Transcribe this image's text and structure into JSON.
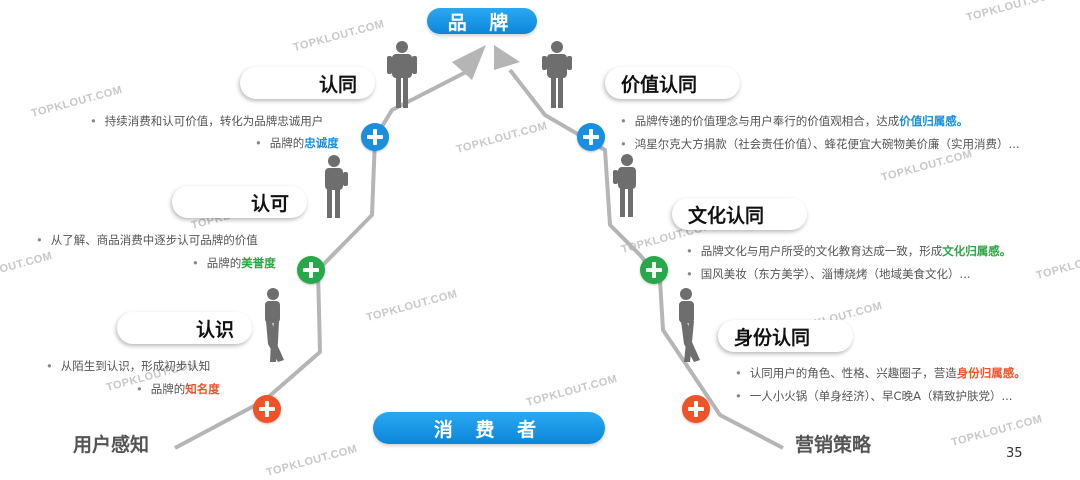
{
  "top_label": "品 牌",
  "bottom_label": "消 费 者",
  "watermark": "TOPKLOUT.COM",
  "left": {
    "end_label": "用户感知",
    "stages": [
      {
        "title": "认同",
        "line1": "持续消费和认可价值，转化为品牌忠诚用户",
        "line2_prefix": "品牌的",
        "line2_highlight": "忠诚度"
      },
      {
        "title": "认可",
        "line1": "从了解、商品消费中逐步认可品牌的价值",
        "line2_prefix": "品牌的",
        "line2_highlight": "美誉度"
      },
      {
        "title": "认识",
        "line1": "从陌生到认识，形成初步认知",
        "line2_prefix": "品牌的",
        "line2_highlight": "知名度"
      }
    ]
  },
  "right": {
    "end_label": "营销策略",
    "stages": [
      {
        "title": "价值认同",
        "line1_prefix": "品牌传递的价值理念与用户奉行的价值观相合，达成",
        "line1_highlight": "价值归属感。",
        "line2": "鸿星尔克大方捐款（社会责任价值）、蜂花便宜大碗物美价廉（实用消费）..."
      },
      {
        "title": "文化认同",
        "line1_prefix": "品牌文化与用户所受的文化教育达成一致，形成",
        "line1_highlight": "文化归属感。",
        "line2": "国风美妆（东方美学）、淄博烧烤（地域美食文化）..."
      },
      {
        "title": "身份认同",
        "line1_prefix": "认同用户的角色、性格、兴趣圈子，营造",
        "line1_highlight": "身份归属感。",
        "line2": "一人小火锅（单身经济）、早C晚A（精致护肤党）..."
      }
    ]
  },
  "page_number": "35",
  "colors": {
    "blue": "#1a8fe0",
    "green": "#27a84a",
    "red": "#f0522a",
    "line": "#b5b5b5",
    "figure": "#6e6e6e"
  }
}
